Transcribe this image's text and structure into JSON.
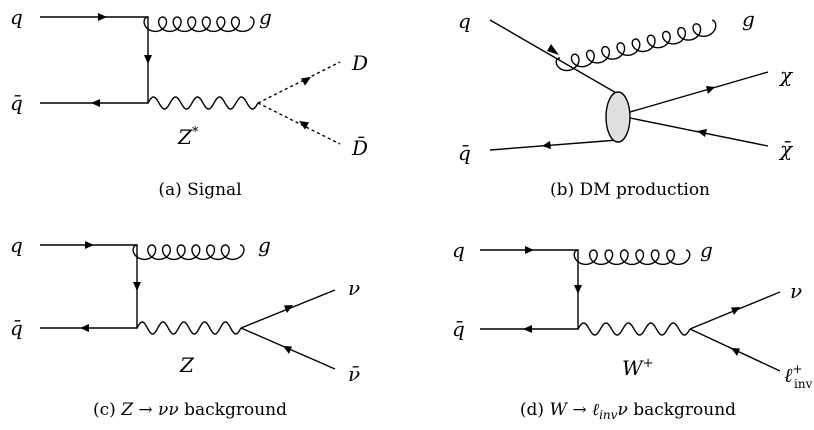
{
  "panel_a": {
    "caption": "(a) Signal",
    "labels": {
      "q_in": "q",
      "qbar_in": "q̄",
      "gluon": "g",
      "boson_main": "Z",
      "boson_sup": "*",
      "d": "D",
      "dbar": "D̄"
    }
  },
  "panel_b": {
    "caption": "(b) DM production",
    "labels": {
      "q_in": "q",
      "qbar_in": "q̄",
      "gluon": "g",
      "chi": "χ",
      "chibar": "χ̄"
    }
  },
  "panel_c": {
    "caption_prefix": "(c) ",
    "caption_math": "Z → νν",
    "caption_suffix": " background",
    "labels": {
      "q_in": "q",
      "qbar_in": "q̄",
      "gluon": "g",
      "boson": "Z",
      "nu": "ν",
      "nubar": "ν̄"
    }
  },
  "panel_d": {
    "caption_prefix": "(d) ",
    "caption_math_a": "W → ℓ",
    "caption_math_sub": "inv",
    "caption_math_b": "ν",
    "caption_suffix": " background",
    "labels": {
      "q_in": "q",
      "qbar_in": "q̄",
      "gluon": "g",
      "boson_main": "W",
      "boson_sup": "+",
      "nu": "ν",
      "lep_main": "ℓ",
      "lep_sup": "+",
      "lep_sub": "inv"
    }
  }
}
